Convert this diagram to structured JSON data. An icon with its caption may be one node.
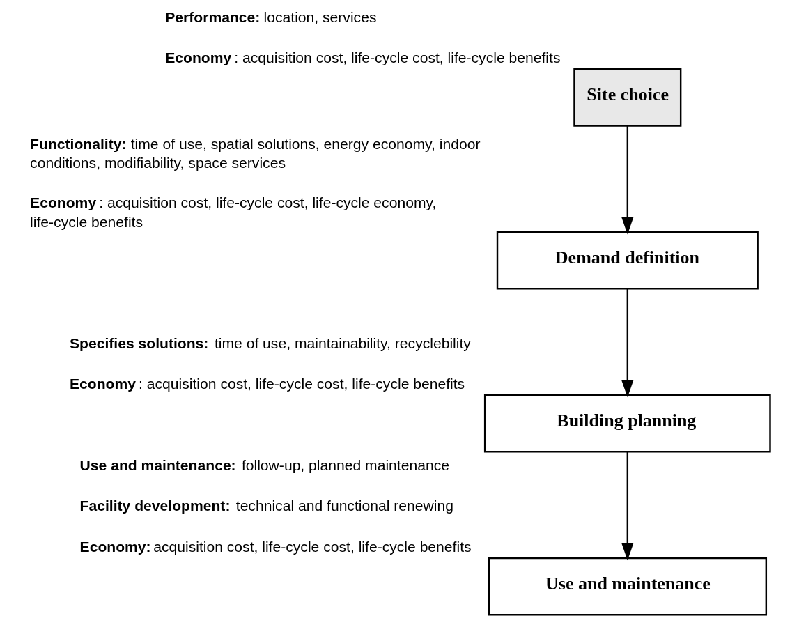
{
  "diagram": {
    "nodes": [
      {
        "text": [
          "Site choice"
        ],
        "beside": [
          "**Performance:** location, services",
          "**Economy**: acquisition cost, life-cycle cost, life-cycle benefits"
        ]
      },
      {
        "text": [
          "Demand definition"
        ],
        "beside": [
          "**Functionality:** time of use, spatial solutions, energy economy, indoor conditions, modifiability, space services",
          "**Economy**: acquisition cost, life-cycle cost, life-cycle economy, life-cycle benefits"
        ]
      },
      {
        "text": [
          "Building planning"
        ],
        "beside": [
          "**Specifies solutions:** time of use, maintainability, recyclebility",
          "**Economy**: acquisition cost, life-cycle cost, life-cycle benefits"
        ]
      },
      {
        "text": [
          "Use and maintenance"
        ],
        "beside": [
          "**Use and maintenance:** follow-up, planned maintenance",
          "**Facility development:** technical and functional renewing",
          "**Economy:** acquisition cost, life-cycle cost, life-cycle benefits"
        ]
      }
    ],
    "edges": [
      {
        "from": 0,
        "to": 1,
        "arrow": "to"
      },
      {
        "from": 1,
        "to": 2,
        "arrow": "to"
      },
      {
        "from": 2,
        "to": 3,
        "arrow": "to"
      }
    ]
  }
}
